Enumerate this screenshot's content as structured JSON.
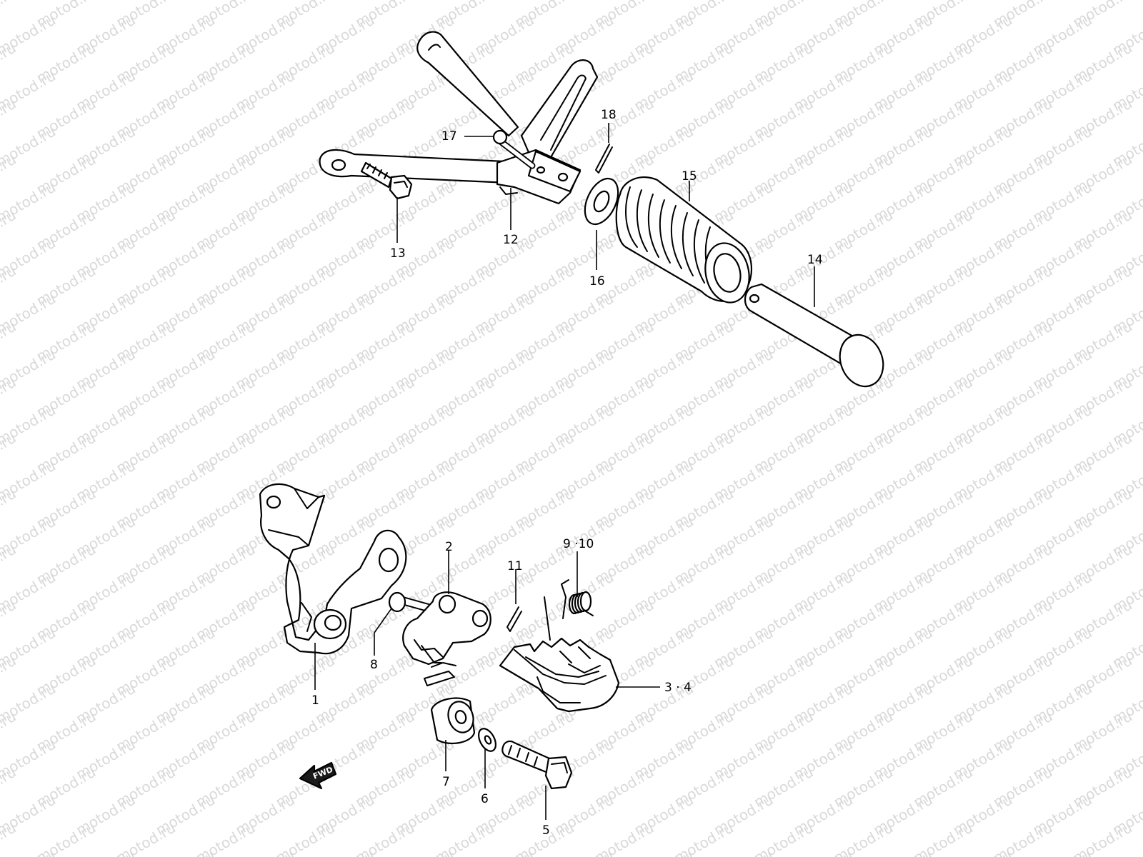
{
  "watermark": "motod.ru",
  "direction_badge": "FWD",
  "callouts": {
    "c1": "1",
    "c2": "2",
    "c3_4": "3 · 4",
    "c5": "5",
    "c6": "6",
    "c7": "7",
    "c8": "8",
    "c9_10": "9 ·10",
    "c11": "11",
    "c12": "12",
    "c13": "13",
    "c14": "14",
    "c15": "15",
    "c16": "16",
    "c17": "17",
    "c18": "18"
  }
}
